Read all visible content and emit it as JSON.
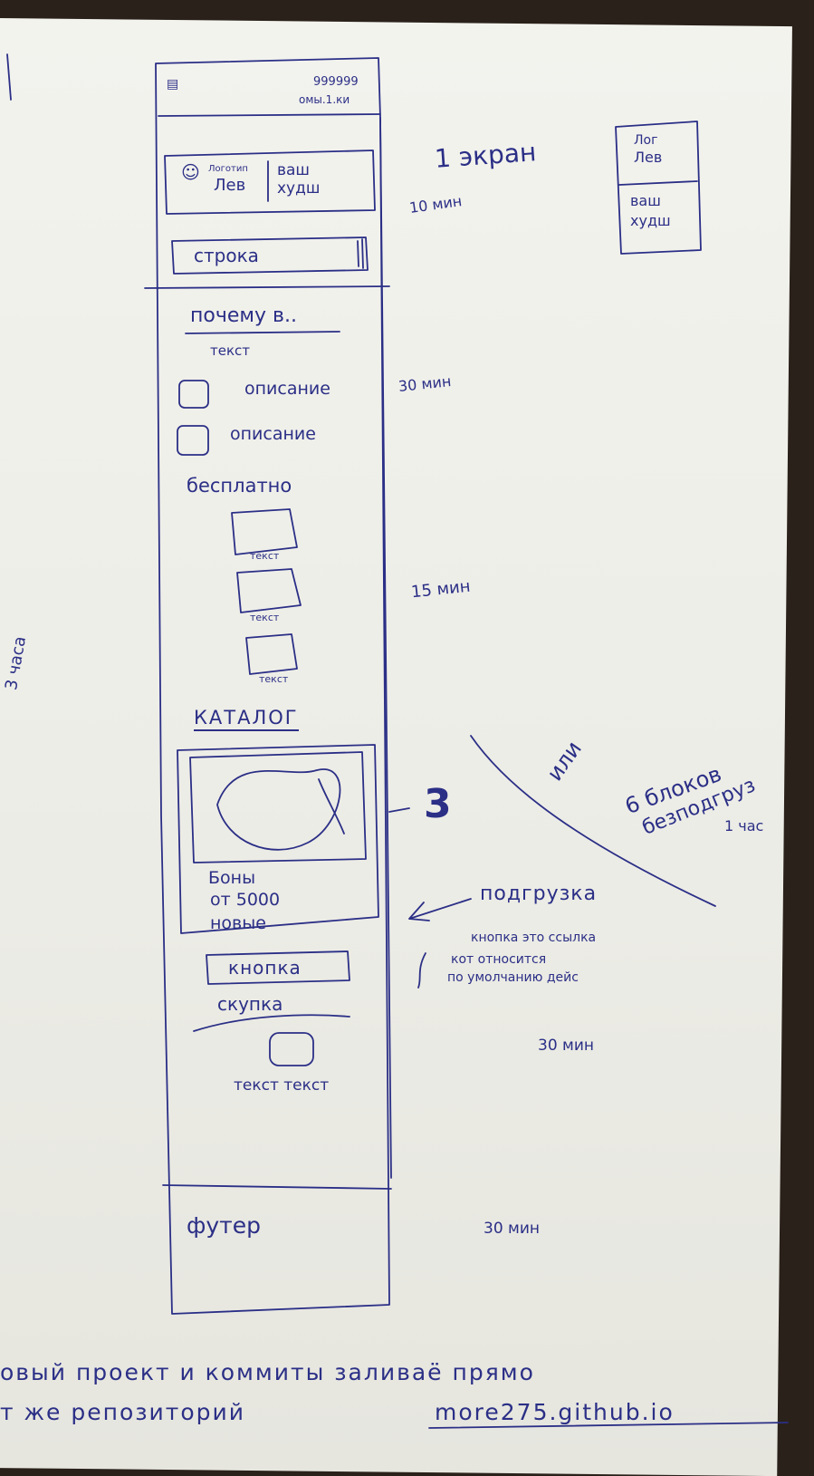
{
  "phone": {
    "status_text_1": "999999",
    "status_text_2": "омы.1.ки",
    "header_logo_label_1": "Логотип",
    "header_logo_label_2": "Лев",
    "header_slogan_1": "ваш",
    "header_slogan_2": "худш",
    "search_line": "строка",
    "why_heading": "почему в..",
    "why_text": "текст",
    "feature_1": "описание",
    "feature_2": "описание",
    "free_heading": "бесплатно",
    "free_items": [
      "текст",
      "текст",
      "текст"
    ],
    "catalog_heading": "КАТАЛОГ",
    "catalog_card_line_1": "Боны",
    "catalog_card_line_2": "от 5000",
    "catalog_card_line_3": "новые",
    "button_label": "кнопка",
    "buyout_heading": "скупка",
    "buyout_text": "текст текст",
    "footer_label": "футер"
  },
  "notes": {
    "screen_label": "1 экран",
    "mini_top_1": "Лог",
    "mini_top_2": "Лев",
    "mini_bottom_1": "ваш",
    "mini_bottom_2": "худш",
    "time_10": "10 мин",
    "time_30a": "30 мин",
    "time_15": "15 мин",
    "section_count": "3",
    "alt_1": "или",
    "alt_2": "6 блоков",
    "alt_3": "безподгруз",
    "alt_time": "1 час",
    "load_heading": "подгрузка",
    "load_text_1": "кнопка это ссылка",
    "load_text_2": "кот относится",
    "load_text_3": "по умолчанию дейс",
    "time_30b": "30 мин",
    "time_footer": "30 мин",
    "total_time": "3 часа",
    "bottom_line_1": "овый проект и коммиты заливаё прямо",
    "bottom_line_2": "т же репозиторий",
    "bottom_link": "more275.github.io"
  }
}
